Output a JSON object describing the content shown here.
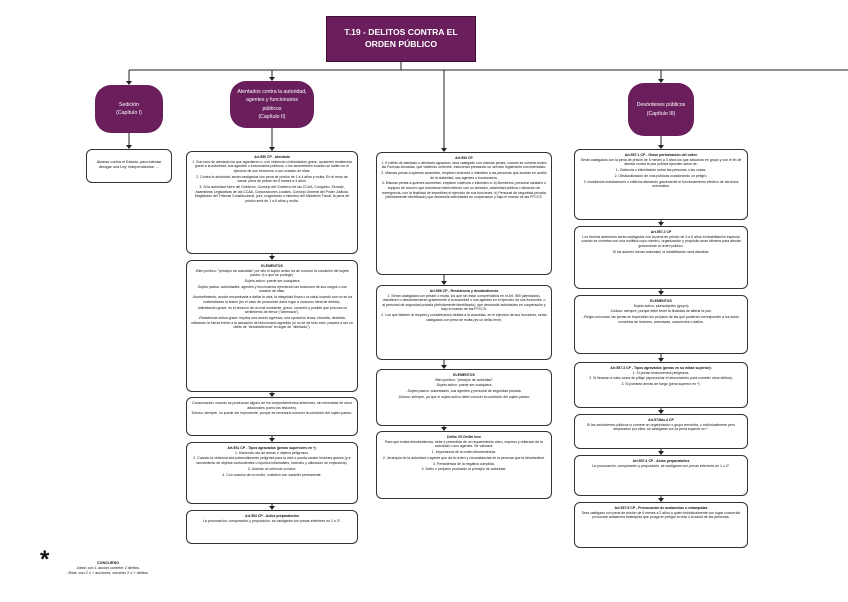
{
  "title": "T.19 - DELITOS CONTRA EL ORDEN PÚBLICO",
  "colors": {
    "accent": "#6a1f5c"
  },
  "cat_sedicion": {
    "label": "Sedición",
    "chapter": "(Capítulo I)"
  },
  "cat_atentados": {
    "label": "Atentados contra la autoridad, agentes y funcionarios públicos",
    "chapter": "(Capítulo II)"
  },
  "cat_desordenes": {
    "label": "Desórdenes públicos",
    "chapter": "(Capítulo III)"
  },
  "sedicion_text": "Alzarse contra el Estado, para intentar derogar una Ley, independizarse, ...",
  "c1": {
    "b1": {
      "title": "Art.550 CP - Atentado",
      "items": [
        "1. Son reos de atentado los que agredieren o, con violencia o intimidación grave, opusieren resistencia grave a la autoridad, sus agentes o funcionarios públicos, o los acometieren cuando se hallen en el ejercicio de sus funciones o con ocasión de ellas.",
        "2. Contra la autoridad: serán castigados con pena de prisión de 1 a 4 años y multa. En el resto de casos: pena de prisión de 6 meses a 3 años.",
        "3. Si la autoridad fuere del Gobierno, Consejo del Gobierno de las CCAA, Congreso, Senado, Asambleas Legislativas de las CCAA, Corporaciones Locales, Consejo General del Poder Judicial, Magistrado del Tribunal Constitucional, juez, magistrado o miembro del Ministerio Fiscal, la pena de prisión será de 1 a 6 años y multa."
      ]
    },
    "b2": {
      "title": "ELEMENTOS",
      "items": [
        "-Bien jurídico: \"principio de autoridad\" por ello el sujeto activo ha de conocer la condición del sujeto pasivo. (Lo que se protege).",
        "-Sujeto activo: puede ser cualquiera.",
        "-Sujeto pasivo: autoridades, agentes y funcionarios ejerciendo las funciones de sus cargos o con ocasión de ellas.",
        "-Acometimiento: acción encaminada a dañar la vida, la integridad física o la salud cuando aun no se ha materializado la lesión (en el caso de producirse daría lugar a concurso ideal de delitos).",
        "-Intimidación grave: es el anuncio de un mal inminente, grave, concreto y posible que provoca un sentimiento de temor (\"Amenaza\").",
        "-Resistencia activa grave: implica una acción agresiva, una oposición tenaz, resuelta, decidida, utilizando la fuerza frente a la actuación del funcionario agredido (si no se da todo esto, pasaría a ser un delito de \"desobediencia\" en lugar de \"atentado\")."
      ]
    },
    "b3": {
      "items": [
        "Consumación: cuando se produzcan alguno de los comportamientos anteriores, sin necesidad de otros adicionales (como las lesiones).",
        "Doloso: siempre, no puede ser imprudente, porque es necesario conocer la condición del sujeto pasivo."
      ]
    },
    "b4": {
      "title": "Art.551 CP - Tipos agravados (penas superiores en º):",
      "items": [
        "1. Haciendo uso de armas u objetos peligrosos.",
        "2. Cuando la violencia sea potencialmente peligrosa para la vida o pueda causer lesiones graves (p.e lanzamiento de objetos contundentes o líquidos inflamables, incendio y utilización de explosivos).",
        "3. Usando un vehículo a motor.",
        "4. Con ocasión de un motín, colectivo con carácter permanente."
      ]
    },
    "b5": {
      "title": "Art.553 CP - Actos preparatorios",
      "text": "La provocación, conspiración y proposición, se castigarán con penas inferiores en 1 o 2º."
    }
  },
  "c2": {
    "b1": {
      "title": "Art.554 CP",
      "items": [
        "1. El delito de atentado o atentado agravado, será castigado con mismas penas, cuando se cometa contra las Fuerzas Armadas, que vistiendo uniforme, estuvieran prestando un servicio legalmente encomendado.",
        "2. Mismas penas a quienes acometan, empleen violencia o intimiden a las personas que acudan en auxilio de la autoridad, sus agentes o funcionarios.",
        "3. Mismas penas a quienes acometan, empleen violencia o intimiden a: a) Bomberos, personal sanitario o equipos de socorro que estuvieran interviniendo con un siniestro, calamidad pública o situación de emergencia, con la finalidad de impedirles el ejercicio de sus funciones. b) Personal de seguridad privada (debidamente identificado) que desarrolle actividades en cooperación y bajo el mando de las FFCCS."
      ]
    },
    "b2": {
      "title": "Art.556 CP - Resistencia y desobediencia",
      "items": [
        "1. Serán castigados con prisión o multa, los que sin estar comprendidos en el Art. 550 (atentados), resistieren o desobedecieren gravemente a la autoridad o sus agentes en el ejercicio de sus funciones, o al personal de seguridad privada (debidamente identificado), que desarrolle actividades en cooperación y bajo el mando de las FFCCS.",
        "2. Los que faltaren al respeto y consideración debida a la autoridad, en el ejercicio de sus funciones, serán castigados con pena de multa (es un delito leve)."
      ]
    },
    "b3": {
      "title": "ELEMENTOS",
      "items": [
        "-Bien jurídico: \"principio de autoridad\".",
        "-Sujeto activo: puede ser cualquiera.",
        "-Sujeto pasivo: autoridades, sus agentes y personal de seguridad privada.",
        "-Doloso: siempre, ya que el sujeto activo debe conocer la condición del sujeto pasivo."
      ]
    },
    "b4": {
      "title": "Delito VS Delito leve",
      "intro": "Para que exista desobediencia, debe ir precedida de un requerimiento claro, expreso y reiterado de la autoridad o sus agentes. Se valorará:",
      "items": [
        "1. Importancia de la orden desobedecida.",
        "2. Jerarquía de la autoridad o agente que da la orden y circunstancias de la persona que la desobedece.",
        "3. Persistencia de la negativa cumplida.",
        "4. Daño o perjuicio producido al principio de autoridad."
      ]
    }
  },
  "c3": {
    "b1": {
      "title": "Art.557.1 CP - Grave perturbación del orden",
      "intro": "Serán castigados con la pena de prisión de 6 meses a 3 años los que actuando en grupo y con el fin de atentar contra la paz pública ejecuten actos de:",
      "items": [
        "1. Violencia o intimidación sobre las personas o las cosas.",
        "2. Obstaculización de vías públicas ocasionando un peligro.",
        "3. Invadiendo instalaciones o edificios alterando gravemente el funcionamiento efectivo de servicios esenciales."
      ]
    },
    "b2": {
      "title": "Art.557.2 CP",
      "items": [
        "Los hechos anteriores serán castigados con la pena de prisión de 3 a 5 años a inhabilitación especial cuando se cometan con una multitud cuyo número, organización y propósito sean idóneos para afectar gravemente al orden público.",
        "Si los autores fueran autoridad, la inhabilitación será absoluta."
      ]
    },
    "b3": {
      "title": "ELEMENTOS",
      "items": [
        "-Sujeto activo: plurisubjetivo (grupo).",
        "-Doloso: siempre, porque debe tener la finalidad de alterar la paz.",
        "-Regla concursal: las penas se impondrán sin perjuicio de las que pudieran corresponder a los actos concretos de lesiones, amenazas, coacciones o daños."
      ]
    },
    "b4": {
      "title": "Art.557.3 CP - Tipos agravados (penas en su mitad superior):",
      "items": [
        "1. Si portan instrumentos peligrosos.",
        "2. Si llevaran a cabo actos de pillaje (aprovechar el desconcierto para cometer otros delitos).",
        "3. Si portaran armas de fuego (pena superior en º)."
      ]
    },
    "b5": {
      "title": "Art.573bis.4 CP",
      "text": "Si los desórdenes públicos lo comete un organización o grupo terrorista, o individualmente pero amparados por ellos, se castigarán con la pena superior en º."
    },
    "b6": {
      "title": "Art.557.4 CP - Actos preparatorios",
      "text": "La provocación, conspiración y proposición, se castigarán con penas inferiores en 1 o 2º."
    },
    "b7": {
      "title": "Art.557.5 CP - Provocación de avalanchas o estampidas",
      "text": "Será castigado con pena de prisión de 6 meses a 2 años a quien individualmente con lugar concurrido provocare avalancha estampida que ponga en peligro la vida o la salud de las personas."
    }
  },
  "concurso": {
    "star": "*",
    "title": "CONCURSO",
    "ideal": "-Ideal: con 1 acción cometer 2 delitos.",
    "real": "-Real: con 2 o + acciones, cometer 2 o + delitos."
  }
}
